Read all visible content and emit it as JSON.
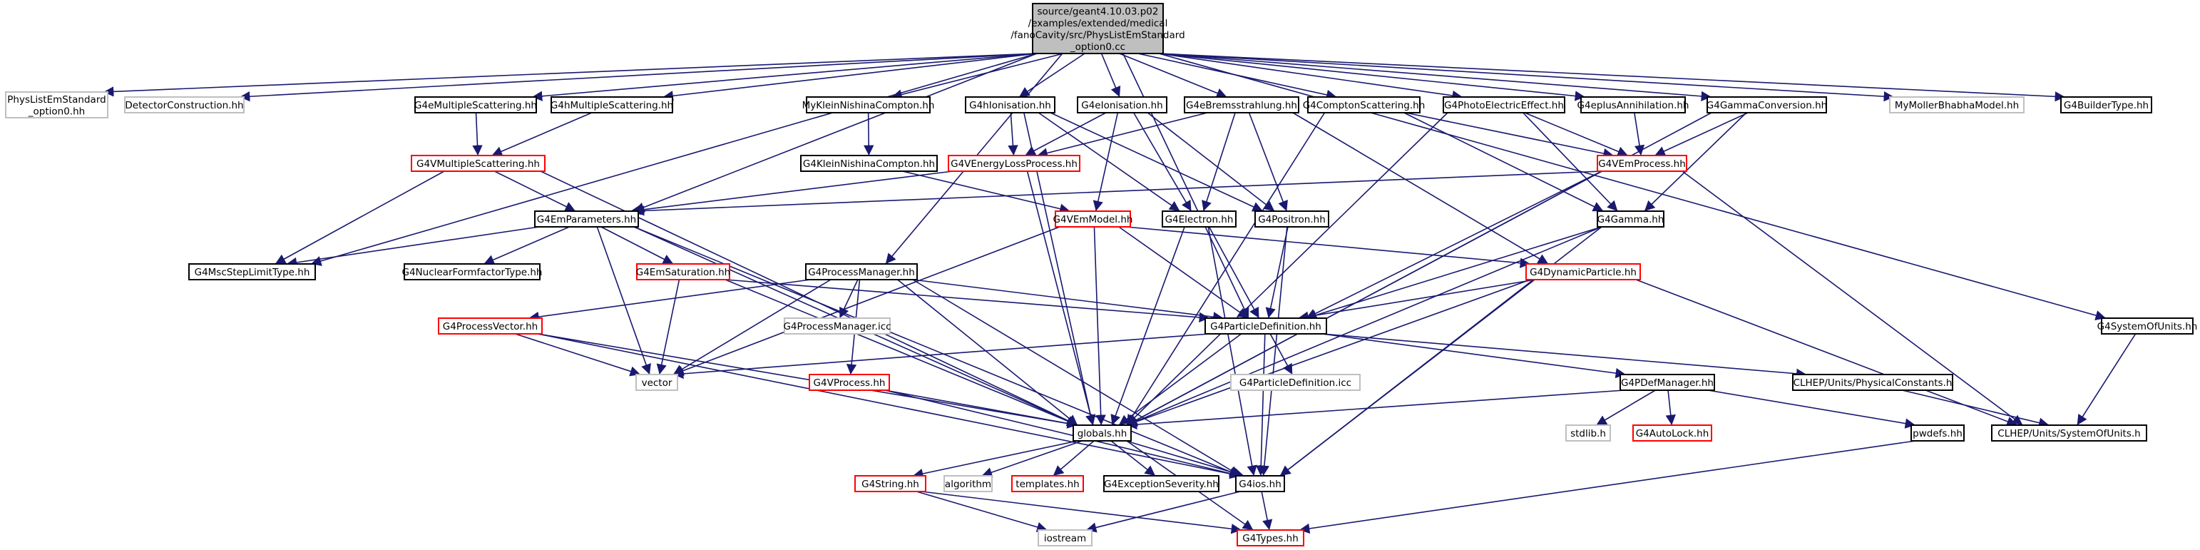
{
  "palette": {
    "edge": "#191970",
    "root_fill": "#bfbfbf",
    "root_border": "#000000",
    "normal_border": "#000000",
    "red_border": "#ff0000",
    "gray_border": "#bfbfbf",
    "gray_text": "#7f7f7f"
  },
  "nodes": [
    {
      "id": "root",
      "style": "root",
      "lines": [
        "source/geant4.10.03.p02",
        "/examples/extended/medical",
        "/fanoCavity/src/PhysListEmStandard",
        "_option0.cc"
      ]
    },
    {
      "id": "physliststd",
      "style": "gray",
      "lines": [
        "PhysListEmStandard",
        "_option0.hh"
      ]
    },
    {
      "id": "detconst",
      "style": "gray",
      "lines": [
        "DetectorConstruction.hh"
      ]
    },
    {
      "id": "g4emms",
      "style": "normal",
      "lines": [
        "G4eMultipleScattering.hh"
      ]
    },
    {
      "id": "g4hms",
      "style": "normal",
      "lines": [
        "G4hMultipleScattering.hh"
      ]
    },
    {
      "id": "mykn",
      "style": "normal",
      "lines": [
        "MyKleinNishinaCompton.hh"
      ]
    },
    {
      "id": "g4hion",
      "style": "normal",
      "lines": [
        "G4hIonisation.hh"
      ]
    },
    {
      "id": "g4eion",
      "style": "normal",
      "lines": [
        "G4eIonisation.hh"
      ]
    },
    {
      "id": "g4ebrem",
      "style": "normal",
      "lines": [
        "G4eBremsstrahlung.hh"
      ]
    },
    {
      "id": "g4compton",
      "style": "normal",
      "lines": [
        "G4ComptonScattering.hh"
      ]
    },
    {
      "id": "g4photoel",
      "style": "normal",
      "lines": [
        "G4PhotoElectricEffect.hh"
      ]
    },
    {
      "id": "g4eplus",
      "style": "normal",
      "lines": [
        "G4eplusAnnihilation.hh"
      ]
    },
    {
      "id": "g4gconv",
      "style": "normal",
      "lines": [
        "G4GammaConversion.hh"
      ]
    },
    {
      "id": "mymoller",
      "style": "gray",
      "lines": [
        "MyMollerBhabhaModel.hh"
      ]
    },
    {
      "id": "g4buildertype",
      "style": "normal",
      "lines": [
        "G4BuilderType.hh"
      ]
    },
    {
      "id": "g4vmsc",
      "style": "red",
      "lines": [
        "G4VMultipleScattering.hh"
      ]
    },
    {
      "id": "g4knc",
      "style": "normal",
      "lines": [
        "G4KleinNishinaCompton.hh"
      ]
    },
    {
      "id": "g4veloss",
      "style": "red",
      "lines": [
        "G4VEnergyLossProcess.hh"
      ]
    },
    {
      "id": "g4vemproc",
      "style": "red",
      "lines": [
        "G4VEmProcess.hh"
      ]
    },
    {
      "id": "g4emparams",
      "style": "normal",
      "lines": [
        "G4EmParameters.hh"
      ]
    },
    {
      "id": "g4vemmodel",
      "style": "red",
      "lines": [
        "G4VEmModel.hh"
      ]
    },
    {
      "id": "g4electron",
      "style": "normal",
      "lines": [
        "G4Electron.hh"
      ]
    },
    {
      "id": "g4positron",
      "style": "normal",
      "lines": [
        "G4Positron.hh"
      ]
    },
    {
      "id": "g4gamma",
      "style": "normal",
      "lines": [
        "G4Gamma.hh"
      ]
    },
    {
      "id": "g4mscstep",
      "style": "normal",
      "lines": [
        "G4MscStepLimitType.hh"
      ]
    },
    {
      "id": "g4nuclff",
      "style": "normal",
      "lines": [
        "G4NuclearFormfactorType.hh"
      ]
    },
    {
      "id": "g4emsat",
      "style": "red",
      "lines": [
        "G4EmSaturation.hh"
      ]
    },
    {
      "id": "g4procman",
      "style": "normal",
      "lines": [
        "G4ProcessManager.hh"
      ]
    },
    {
      "id": "g4dynpart",
      "style": "red",
      "lines": [
        "G4DynamicParticle.hh"
      ]
    },
    {
      "id": "g4sysunits",
      "style": "normal",
      "lines": [
        "G4SystemOfUnits.hh"
      ]
    },
    {
      "id": "g4procvec",
      "style": "red",
      "lines": [
        "G4ProcessVector.hh"
      ]
    },
    {
      "id": "g4procmanicc",
      "style": "gray",
      "lines": [
        "G4ProcessManager.icc"
      ]
    },
    {
      "id": "g4partdef",
      "style": "normal",
      "lines": [
        "G4ParticleDefinition.hh"
      ]
    },
    {
      "id": "vector",
      "style": "gray",
      "lines": [
        "vector"
      ]
    },
    {
      "id": "g4vprocess",
      "style": "red",
      "lines": [
        "G4VProcess.hh"
      ]
    },
    {
      "id": "g4partdeficc",
      "style": "gray",
      "lines": [
        "G4ParticleDefinition.icc"
      ]
    },
    {
      "id": "clhepphys",
      "style": "normal",
      "lines": [
        "CLHEP/Units/PhysicalConstants.h"
      ]
    },
    {
      "id": "g4pdefman",
      "style": "normal",
      "lines": [
        "G4PDefManager.hh"
      ]
    },
    {
      "id": "stdlib",
      "style": "gray",
      "lines": [
        "stdlib.h"
      ]
    },
    {
      "id": "g4autolock",
      "style": "red",
      "lines": [
        "G4AutoLock.hh"
      ]
    },
    {
      "id": "pwdefs",
      "style": "normal",
      "lines": [
        "pwdefs.hh"
      ]
    },
    {
      "id": "clhepsys",
      "style": "normal",
      "lines": [
        "CLHEP/Units/SystemOfUnits.h"
      ]
    },
    {
      "id": "globals",
      "style": "normal",
      "lines": [
        "globals.hh"
      ]
    },
    {
      "id": "g4string",
      "style": "red",
      "lines": [
        "G4String.hh"
      ]
    },
    {
      "id": "algorithm",
      "style": "gray",
      "lines": [
        "algorithm"
      ]
    },
    {
      "id": "templates",
      "style": "red",
      "lines": [
        "templates.hh"
      ]
    },
    {
      "id": "g4exsev",
      "style": "normal",
      "lines": [
        "G4ExceptionSeverity.hh"
      ]
    },
    {
      "id": "g4ios",
      "style": "normal",
      "lines": [
        "G4ios.hh"
      ]
    },
    {
      "id": "iostream",
      "style": "gray",
      "lines": [
        "iostream"
      ]
    },
    {
      "id": "g4types",
      "style": "red",
      "lines": [
        "G4Types.hh"
      ]
    }
  ],
  "edges": [
    [
      "root",
      "physliststd"
    ],
    [
      "root",
      "detconst"
    ],
    [
      "root",
      "g4emms"
    ],
    [
      "root",
      "g4hms"
    ],
    [
      "root",
      "mykn"
    ],
    [
      "root",
      "g4hion"
    ],
    [
      "root",
      "g4eion"
    ],
    [
      "root",
      "g4ebrem"
    ],
    [
      "root",
      "g4compton"
    ],
    [
      "root",
      "g4photoel"
    ],
    [
      "root",
      "g4eplus"
    ],
    [
      "root",
      "g4gconv"
    ],
    [
      "root",
      "mymoller"
    ],
    [
      "root",
      "g4buildertype"
    ],
    [
      "root",
      "g4sysunits"
    ],
    [
      "root",
      "g4emparams"
    ],
    [
      "root",
      "g4mscstep"
    ],
    [
      "root",
      "g4procman"
    ],
    [
      "root",
      "g4partdef"
    ],
    [
      "g4emms",
      "g4vmsc"
    ],
    [
      "g4hms",
      "g4vmsc"
    ],
    [
      "g4vmsc",
      "g4emparams"
    ],
    [
      "g4vmsc",
      "g4mscstep"
    ],
    [
      "g4vmsc",
      "globals"
    ],
    [
      "mykn",
      "g4knc"
    ],
    [
      "g4knc",
      "g4vemmodel"
    ],
    [
      "g4hion",
      "g4veloss"
    ],
    [
      "g4hion",
      "g4electron"
    ],
    [
      "g4hion",
      "g4positron"
    ],
    [
      "g4hion",
      "globals"
    ],
    [
      "g4eion",
      "g4veloss"
    ],
    [
      "g4eion",
      "g4vemmodel"
    ],
    [
      "g4eion",
      "g4electron"
    ],
    [
      "g4eion",
      "g4positron"
    ],
    [
      "g4ebrem",
      "g4veloss"
    ],
    [
      "g4ebrem",
      "g4electron"
    ],
    [
      "g4ebrem",
      "g4positron"
    ],
    [
      "g4ebrem",
      "g4dynpart"
    ],
    [
      "g4compton",
      "g4vemproc"
    ],
    [
      "g4compton",
      "g4gamma"
    ],
    [
      "g4compton",
      "globals"
    ],
    [
      "g4photoel",
      "g4vemproc"
    ],
    [
      "g4photoel",
      "g4gamma"
    ],
    [
      "g4photoel",
      "globals"
    ],
    [
      "g4eplus",
      "g4vemproc"
    ],
    [
      "g4gconv",
      "g4vemproc"
    ],
    [
      "g4gconv",
      "g4gamma"
    ],
    [
      "g4gconv",
      "globals"
    ],
    [
      "g4veloss",
      "g4emparams"
    ],
    [
      "g4veloss",
      "globals"
    ],
    [
      "g4vemproc",
      "g4emparams"
    ],
    [
      "g4vemproc",
      "g4partdef"
    ],
    [
      "g4vemproc",
      "globals"
    ],
    [
      "g4vemproc",
      "clhepsys"
    ],
    [
      "g4emparams",
      "g4mscstep"
    ],
    [
      "g4emparams",
      "g4nuclff"
    ],
    [
      "g4emparams",
      "g4emsat"
    ],
    [
      "g4emparams",
      "vector"
    ],
    [
      "g4emparams",
      "globals"
    ],
    [
      "g4emparams",
      "g4ios"
    ],
    [
      "g4vemmodel",
      "g4partdef"
    ],
    [
      "g4vemmodel",
      "g4dynpart"
    ],
    [
      "g4vemmodel",
      "vector"
    ],
    [
      "g4vemmodel",
      "globals"
    ],
    [
      "g4electron",
      "g4partdef"
    ],
    [
      "g4electron",
      "globals"
    ],
    [
      "g4electron",
      "g4ios"
    ],
    [
      "g4positron",
      "g4partdef"
    ],
    [
      "g4positron",
      "g4ios"
    ],
    [
      "g4gamma",
      "g4partdef"
    ],
    [
      "g4gamma",
      "globals"
    ],
    [
      "g4gamma",
      "g4ios"
    ],
    [
      "g4emsat",
      "g4partdef"
    ],
    [
      "g4emsat",
      "vector"
    ],
    [
      "g4emsat",
      "globals"
    ],
    [
      "g4procman",
      "g4procvec"
    ],
    [
      "g4procman",
      "g4vprocess"
    ],
    [
      "g4procman",
      "g4procmanicc"
    ],
    [
      "g4procman",
      "g4partdef"
    ],
    [
      "g4procman",
      "vector"
    ],
    [
      "g4procman",
      "globals"
    ],
    [
      "g4procman",
      "g4ios"
    ],
    [
      "g4dynpart",
      "g4partdef"
    ],
    [
      "g4dynpart",
      "globals"
    ],
    [
      "g4dynpart",
      "g4ios"
    ],
    [
      "g4dynpart",
      "clhepsys"
    ],
    [
      "g4sysunits",
      "clhepsys"
    ],
    [
      "g4procvec",
      "vector"
    ],
    [
      "g4procvec",
      "globals"
    ],
    [
      "g4procvec",
      "g4ios"
    ],
    [
      "g4partdef",
      "vector"
    ],
    [
      "g4partdef",
      "globals"
    ],
    [
      "g4partdef",
      "g4ios"
    ],
    [
      "g4partdef",
      "g4partdeficc"
    ],
    [
      "g4partdef",
      "clhepphys"
    ],
    [
      "g4partdef",
      "g4pdefman"
    ],
    [
      "g4vprocess",
      "globals"
    ],
    [
      "g4vprocess",
      "g4ios"
    ],
    [
      "g4pdefman",
      "globals"
    ],
    [
      "g4pdefman",
      "stdlib"
    ],
    [
      "g4pdefman",
      "g4autolock"
    ],
    [
      "g4pdefman",
      "pwdefs"
    ],
    [
      "clhepphys",
      "clhepsys"
    ],
    [
      "pwdefs",
      "g4types"
    ],
    [
      "globals",
      "g4string"
    ],
    [
      "globals",
      "algorithm"
    ],
    [
      "globals",
      "templates"
    ],
    [
      "globals",
      "g4exsev"
    ],
    [
      "globals",
      "g4ios"
    ],
    [
      "globals",
      "g4types"
    ],
    [
      "g4string",
      "iostream"
    ],
    [
      "g4string",
      "g4types"
    ],
    [
      "g4ios",
      "iostream"
    ],
    [
      "g4ios",
      "g4types"
    ]
  ]
}
